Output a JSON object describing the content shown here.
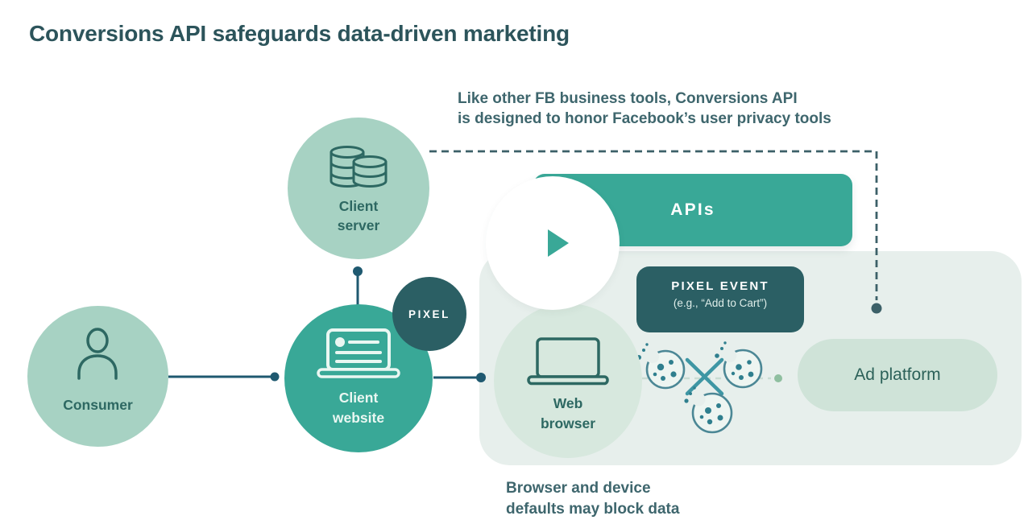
{
  "title": "Conversions API safeguards data-driven marketing",
  "notes": {
    "top": "Like other FB business tools, Conversions API\nis designed to honor Facebook’s user privacy tools",
    "bottom": "Browser and device\ndefaults may block data"
  },
  "nodes": {
    "consumer": {
      "label": "Consumer",
      "icon": "person-icon"
    },
    "client_server": {
      "label": "Client\nserver",
      "icon": "database-icon"
    },
    "client_website": {
      "label": "Client\nwebsite",
      "icon": "laptop-icon"
    },
    "pixel": {
      "label": "PIXEL"
    },
    "apis": {
      "label": "APIs"
    },
    "pixel_event": {
      "label": "PIXEL EVENT",
      "sublabel": "(e.g., “Add to Cart”)"
    },
    "web_browser": {
      "label": "Web\nbrowser",
      "icon": "laptop-icon"
    },
    "ad_platform": {
      "label": "Ad platform"
    }
  },
  "player": {
    "icon": "play-icon"
  },
  "flow_icons": {
    "cookies": "cookie-icon",
    "blocked": "x-icon"
  },
  "colors": {
    "teal": "#39a897",
    "mint": "#a7d2c3",
    "panel": "#e7efec",
    "ellipse": "#d7e8de",
    "pill": "#cfe3d8",
    "dark": "#2b5f64",
    "ink": "#2c545b",
    "note": "#3e666d",
    "connector": "#1f5970",
    "dash": "#3c6068",
    "cookie": "#4b8795",
    "cookie_fill": "#edf5f1",
    "chip": "#2f7f8e",
    "xmark": "#3e96a4",
    "cookie_dash": "#c9dcd3",
    "go_dot": "#8fbfa0",
    "label_dark": "#2d6862",
    "label_light": "#eaf7f2"
  }
}
